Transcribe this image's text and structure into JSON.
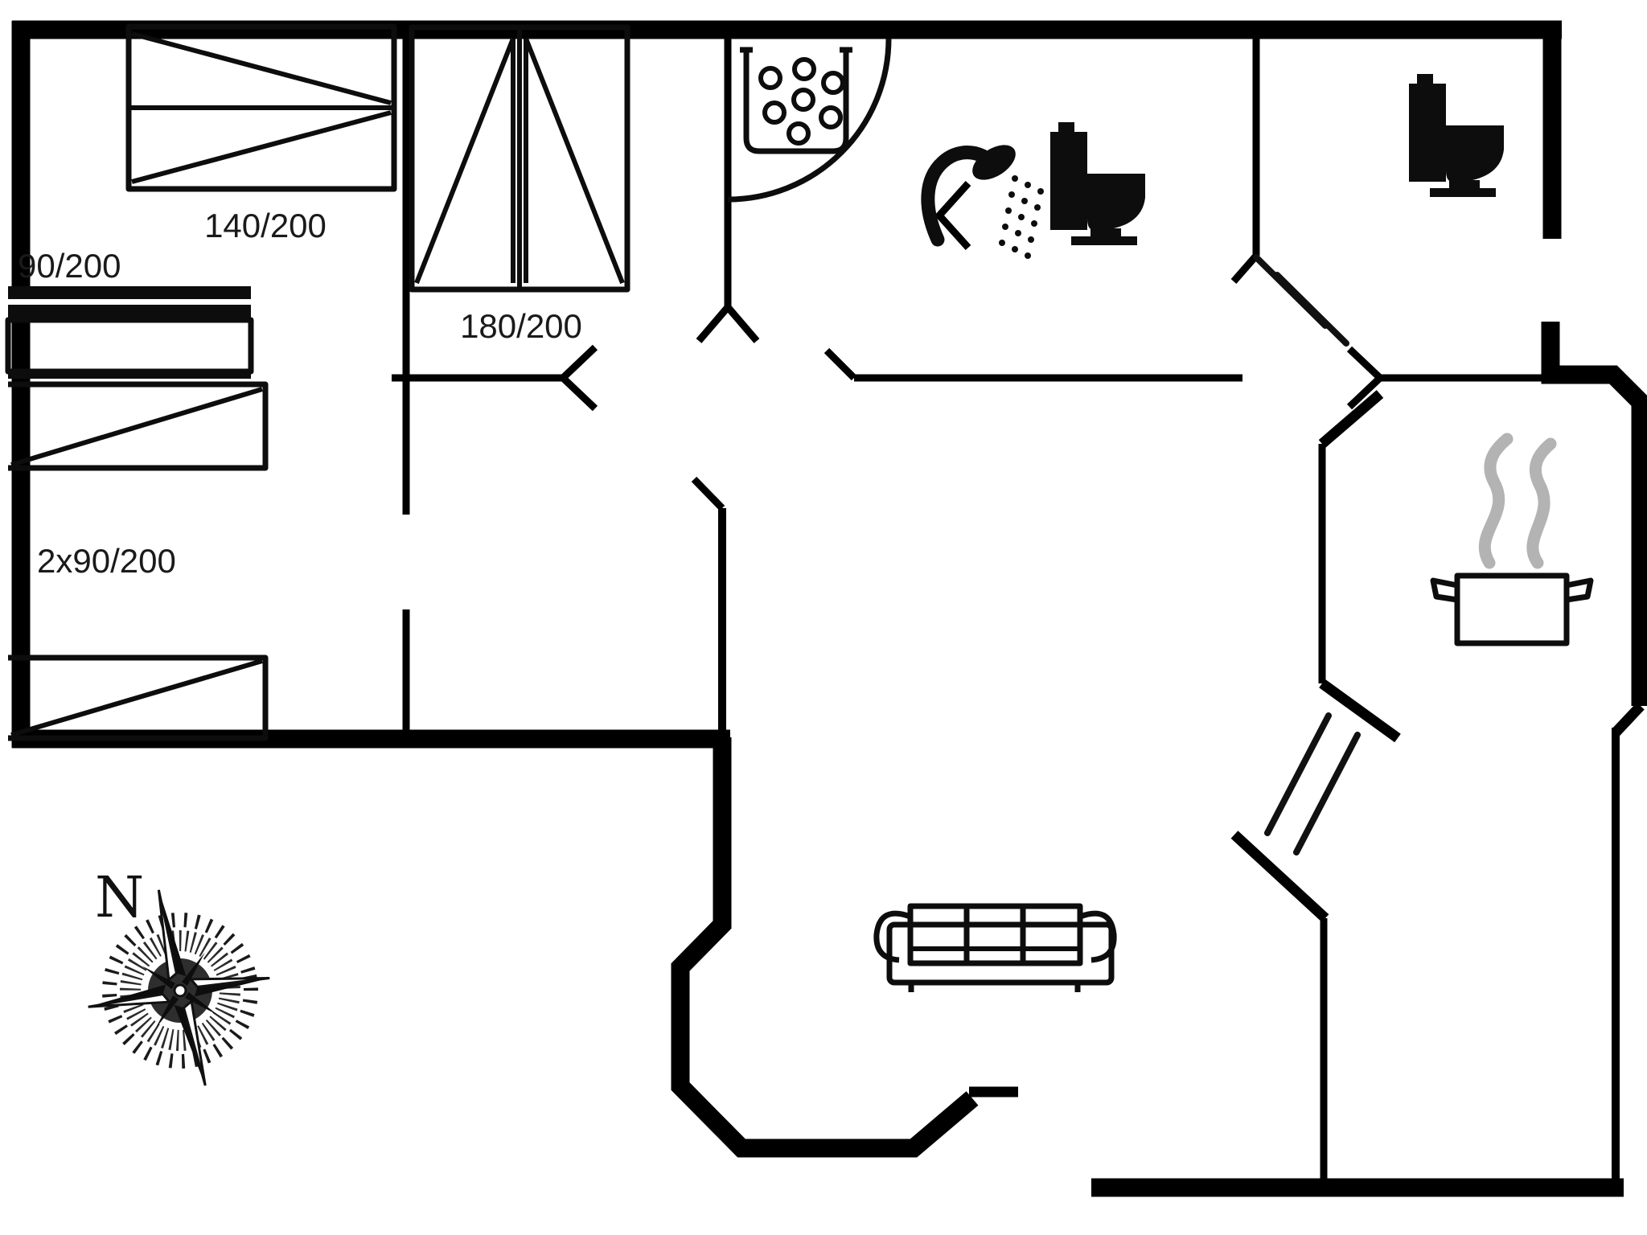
{
  "document": {
    "type": "floor-plan",
    "background_color": "#ffffff",
    "wall_color": "#000000",
    "steam_color": "#b3b3b3",
    "text_color": "#1a1a1a"
  },
  "labels": {
    "bed_double_140": "140/200",
    "bed_single_90": "90/200",
    "bed_twin_90": "2x90/200",
    "bed_double_180": "180/200",
    "compass_north": "N"
  },
  "icons": [
    "double-bed-140-icon",
    "single-bed-90-icon",
    "twin-beds-90-icon",
    "double-bed-180-icon",
    "washbasin-icon",
    "shower-icon",
    "toilet-icon",
    "toilet-icon",
    "cooking-pot-icon",
    "sofa-icon",
    "compass-rose-icon",
    "door-swing-arc-icon",
    "door-leaf-icon"
  ]
}
